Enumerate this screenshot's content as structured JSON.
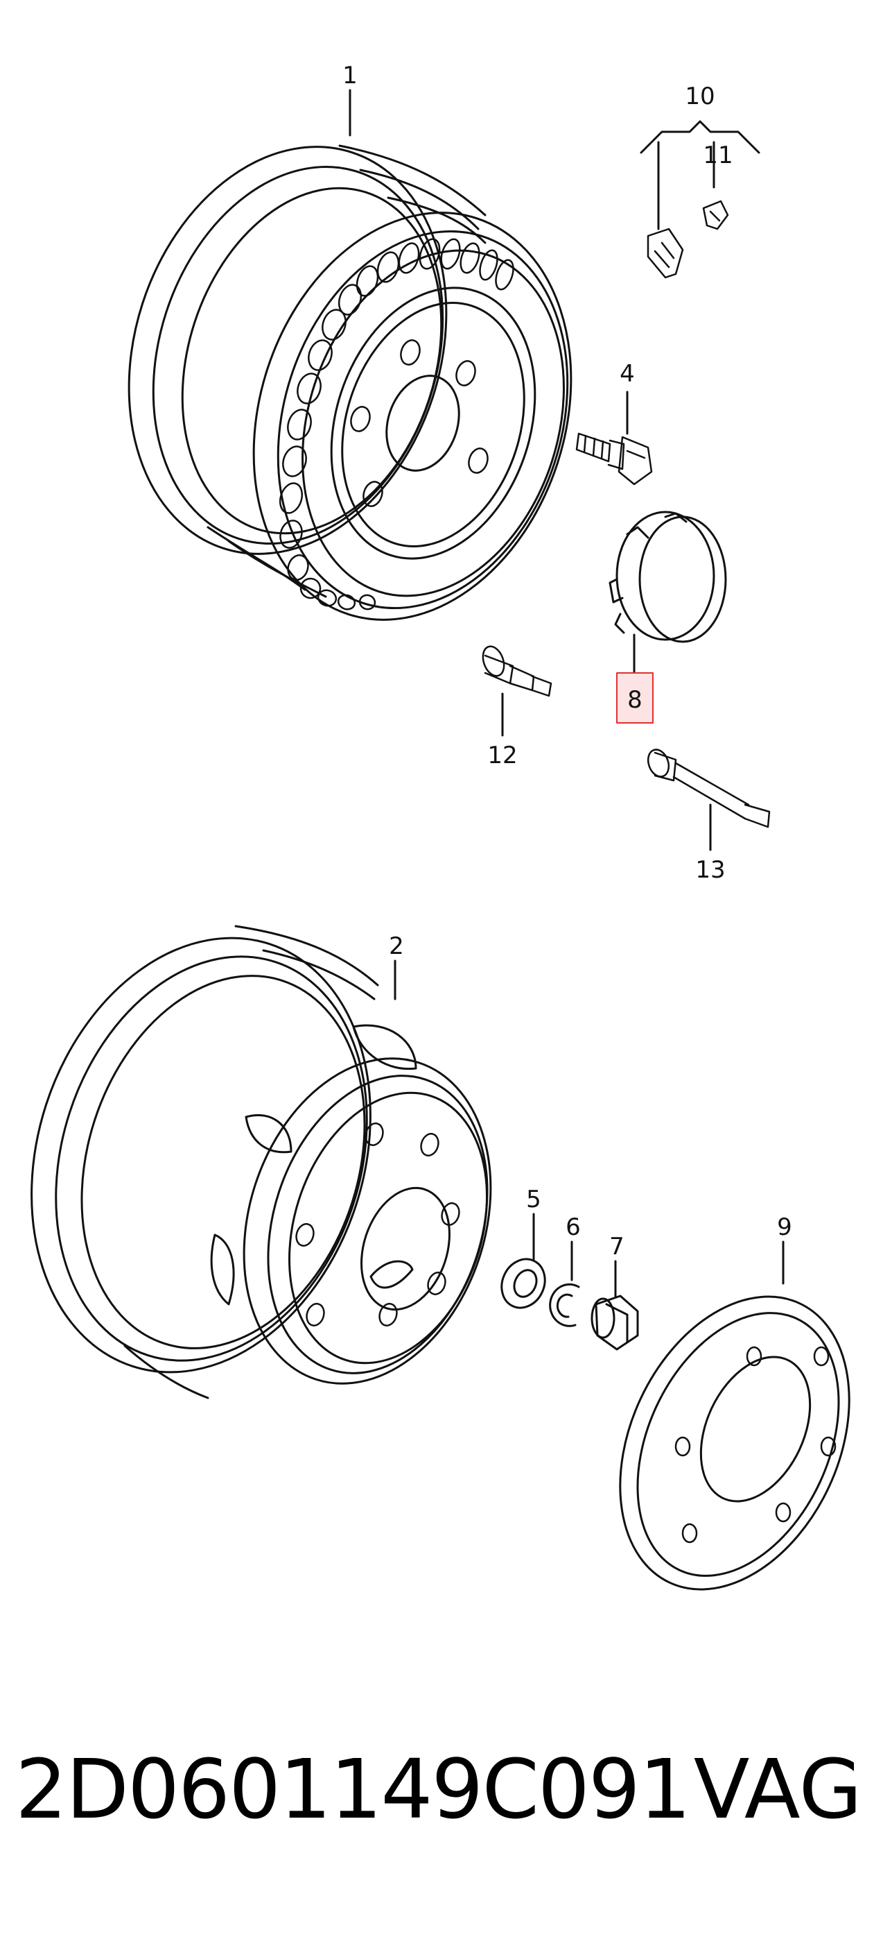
{
  "callouts": {
    "c1": "1",
    "c2": "2",
    "c4": "4",
    "c5": "5",
    "c6": "6",
    "c7": "7",
    "c8": "8",
    "c9": "9",
    "c10": "10",
    "c11": "11",
    "c12": "12",
    "c13": "13"
  },
  "highlight": {
    "callout": "8",
    "color": "#e03030",
    "fill": "#fde4e4"
  },
  "footer": {
    "part_number": "2D0601149C091",
    "brand": "VAG"
  }
}
